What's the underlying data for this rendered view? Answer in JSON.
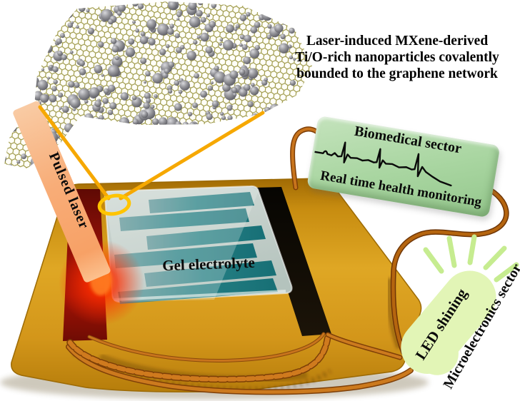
{
  "figure": {
    "title_lines": [
      "Laser-induced MXene-derived",
      "Ti/O-rich nanoparticles covalently",
      "bounded to the graphene network"
    ],
    "labels": {
      "pulsed_laser": "Pulsed laser",
      "gel_electrolyte": "Gel electrolyte",
      "biomedical_sector": "Biomedical sector",
      "real_time_health_monitoring": "Real time health monitoring",
      "led_shining": "LED shining",
      "microelectronics_sector": "Microelectronics sector"
    },
    "colors": {
      "substrate_gold": "#d1931a",
      "laser_beam_salmon": "#f7a874",
      "laser_glow_red": "#ff3c00",
      "laser_written_electrode_red": "#8e1007",
      "electrode_black": "#0c0a04",
      "gel_gray": "#c3cec8",
      "interdigitated_teal": "#1c7d81",
      "wire_orange": "#c8741c",
      "monitor_green": "#a9d7a1",
      "led_pale_green": "#e2f5b6",
      "callout_yellow": "#ffc107",
      "graphene_olive": "#97923e",
      "nanoparticle_gray": "#97979c"
    }
  }
}
